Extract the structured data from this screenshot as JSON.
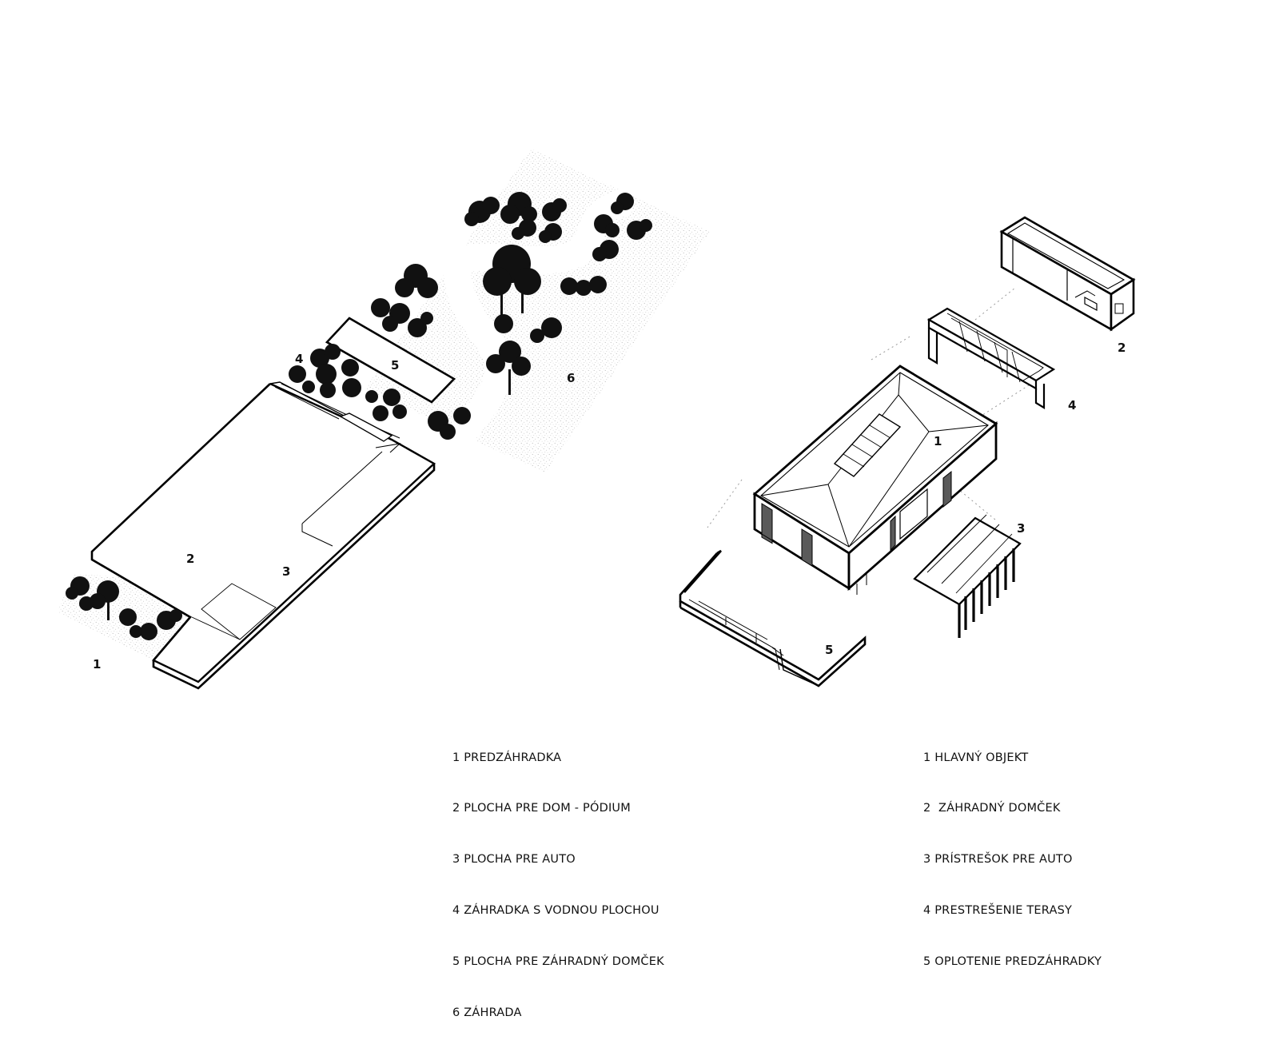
{
  "site_plan": {
    "labels": {
      "l1": "1",
      "l2": "2",
      "l3": "3",
      "l4": "4",
      "l5": "5",
      "l6": "6"
    },
    "legend": [
      "1 PREDZÁHRADKA",
      "2 PLOCHA PRE DOM - PÓDIUM",
      "3 PLOCHA PRE AUTO",
      "4 ZÁHRADKA S VODNOU PLOCHOU",
      "5 PLOCHA PRE ZÁHRADNÝ DOMČEK",
      "6 ZÁHRADA"
    ]
  },
  "exploded_view": {
    "labels": {
      "l1": "1",
      "l2": "2",
      "l3": "3",
      "l4": "4",
      "l5": "5"
    },
    "legend": [
      "1 HLAVNÝ OBJEKT",
      "2  ZÁHRADNÝ DOMČEK",
      "3 PRÍSTREŠOK PRE AUTO",
      "4 PRESTREŠENIE TERASY",
      "5 OPLOTENIE PREDZÁHRADKY"
    ]
  },
  "colors": {
    "line": "#000000",
    "tree": "#111111",
    "ground_stipple": "#b8b8b8",
    "window_fill": "#5a5a5a",
    "background": "#ffffff"
  }
}
